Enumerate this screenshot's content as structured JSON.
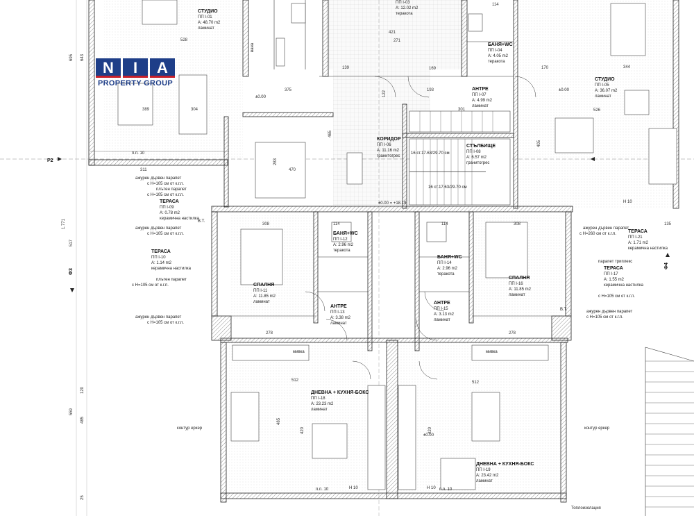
{
  "brand": {
    "letters": [
      "N",
      "I",
      "A"
    ],
    "group": "PROPERTY GROUP",
    "colors": {
      "primary": "#1e3e88",
      "accent": "#c8202a"
    }
  },
  "rooms": [
    {
      "name": "СТУДИО",
      "code": "ПП I-01",
      "area": "А: 48.70 m2",
      "floor": "ламинат"
    },
    {
      "name": "",
      "code": "ПП I-03",
      "area": "А: 12.02 m2",
      "floor": "теракота"
    },
    {
      "name": "БАНЯ+WC",
      "code": "ПП I-04",
      "area": "А: 4.05 m2",
      "floor": "теракота"
    },
    {
      "name": "СТУДИО",
      "code": "ПП I-05",
      "area": "А: 36.07 m2",
      "floor": "ламинат"
    },
    {
      "name": "АНТРЕ",
      "code": "ПП I-07",
      "area": "А: 4.99 m2",
      "floor": "ламинат"
    },
    {
      "name": "КОРИДОР",
      "code": "ПП I-06",
      "area": "А: 11.16 m2",
      "floor": "гранитогрес"
    },
    {
      "name": "СТЪЛБИЩЕ",
      "code": "ПП I-08",
      "area": "А: 6.57 m2",
      "floor": "гранитогрес"
    },
    {
      "name": "ТЕРАСА",
      "code": "ПП I-09",
      "area": "А: 0.78 m2",
      "floor": "керамична настилка"
    },
    {
      "name": "ТЕРАСА",
      "code": "ПП I-10",
      "area": "А: 1.14 m2",
      "floor": "керамична настилка"
    },
    {
      "name": "СПАЛНЯ",
      "code": "ПП I-11",
      "area": "А: 11.85 m2",
      "floor": "ламинат"
    },
    {
      "name": "БАНЯ+WC",
      "code": "ПП I-12",
      "area": "А: 2.96 m2",
      "floor": "теракота"
    },
    {
      "name": "АНТРЕ",
      "code": "ПП I-13",
      "area": "А: 3.38 m2",
      "floor": "ламинат"
    },
    {
      "name": "БАНЯ+WC",
      "code": "ПП I-14",
      "area": "А: 2.96 m2",
      "floor": "теракота"
    },
    {
      "name": "АНТРЕ",
      "code": "ПП I-15",
      "area": "А: 3.13 m2",
      "floor": "ламинат"
    },
    {
      "name": "СПАЛНЯ",
      "code": "ПП I-16",
      "area": "А: 11.85 m2",
      "floor": "ламинат"
    },
    {
      "name": "ТЕРАСА",
      "code": "ПП I-17",
      "area": "А: 1.55 m2",
      "floor": "керамична настилка"
    },
    {
      "name": "ДНЕВНА + КУХНЯ-БОКС",
      "code": "ПП I-18",
      "area": "А: 23.23 m2",
      "floor": "ламинат"
    },
    {
      "name": "ДНЕВНА + КУХНЯ-БОКС",
      "code": "ПП I-19",
      "area": "А: 23.42 m2",
      "floor": "ламинат"
    },
    {
      "name": "ТЕРАСА",
      "code": "ПП I-21",
      "area": "А: 1.71 m2",
      "floor": "керамична настилка"
    }
  ],
  "notes": {
    "parapet_lattice": "ажурен дървен парапет",
    "parapet_solid": "плътен парапет",
    "parapet_triplex": "парапет триплекс",
    "parapet_h105": "с Н=105 см от к.г.п.",
    "parapet_h260": "с Н=260 см от к.г.п.",
    "bay_window": "контур еркер",
    "insulation": "Топлоизолация",
    "pp10": "п.п. 10",
    "h10": "Н 10",
    "vt": "В.Т.",
    "mivka": "мивка",
    "level_0": "±0.00",
    "level_up": "±0.00 = +18.19",
    "stairs_1": "16 ст.17.63/29.70 см",
    "stairs_2": "16 ст.17.63/29.70 см",
    "vanda": "вана"
  },
  "axes": {
    "p2": "Р2",
    "f3": "Ф3",
    "f4": "Ф4"
  },
  "dims": {
    "left": [
      "695",
      "643",
      "1.771",
      "517",
      "559",
      "485",
      "120",
      "25"
    ],
    "right_top": [
      "344",
      "526",
      "405"
    ],
    "labels": [
      "528",
      "389",
      "304",
      "375",
      "421",
      "271",
      "169",
      "193",
      "301",
      "311",
      "470",
      "283",
      "465",
      "308",
      "308",
      "278",
      "278",
      "512",
      "512",
      "420",
      "420",
      "485",
      "122",
      "114",
      "114",
      "114",
      "135",
      "139",
      "170"
    ]
  }
}
